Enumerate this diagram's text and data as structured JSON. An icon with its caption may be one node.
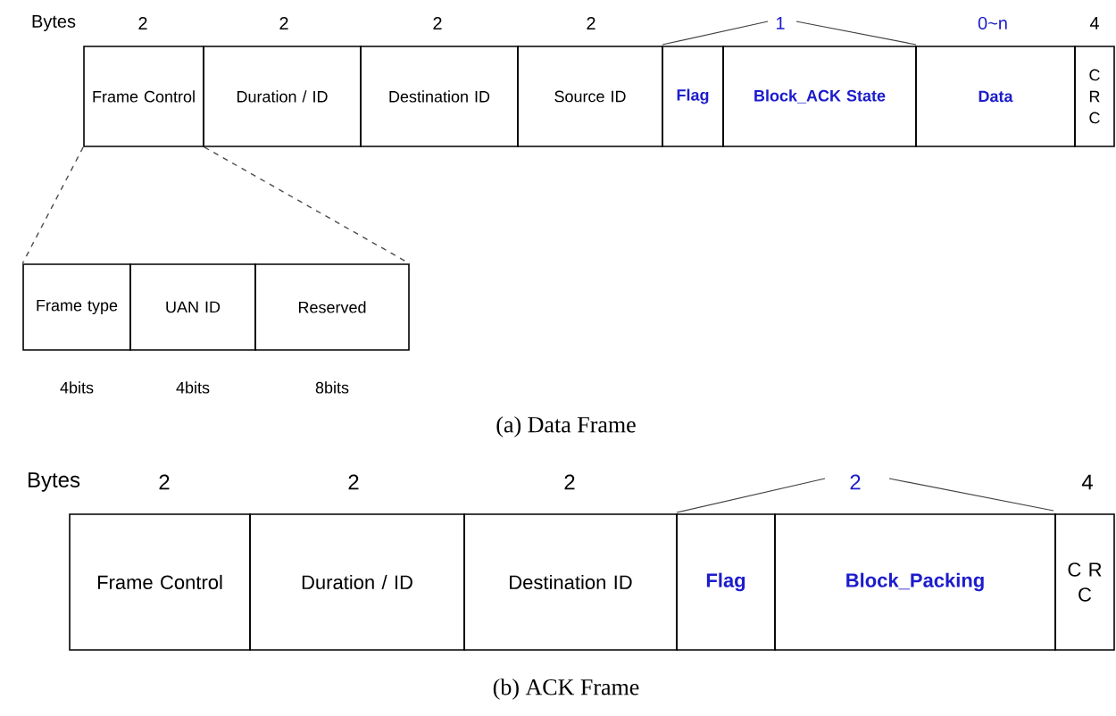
{
  "diagram": {
    "nodes": [
      {
        "text": [
          "Frame Control"
        ]
      },
      {
        "text": [
          "Duration / ID"
        ]
      },
      {
        "text": [
          "Destination ID"
        ]
      },
      {
        "text": [
          "Source ID"
        ]
      },
      {
        "text": [
          "Flag"
        ]
      },
      {
        "text": [
          "Block_ACK State"
        ]
      },
      {
        "text": [
          "Data"
        ]
      },
      {
        "text": [
          "C R C"
        ]
      },
      {
        "text": [
          "Frame type"
        ]
      },
      {
        "text": [
          "UAN ID"
        ]
      },
      {
        "text": [
          "Reserved"
        ]
      },
      {
        "text": [
          "Frame Control"
        ]
      },
      {
        "text": [
          "Duration / ID"
        ]
      },
      {
        "text": [
          "Destination ID"
        ]
      },
      {
        "text": [
          "Flag"
        ]
      },
      {
        "text": [
          "Block_Packing"
        ]
      },
      {
        "text": [
          "C R C"
        ]
      }
    ],
    "edges": [
      {
        "from": 0,
        "to": 8,
        "arrow": "none",
        "style": "dashed"
      },
      {
        "from": 0,
        "to": 10,
        "arrow": "none",
        "style": "dashed"
      }
    ],
    "labels": [
      "Bytes",
      "2",
      "2",
      "2",
      "2",
      "1",
      "0~n",
      "4",
      "4bits",
      "4bits",
      "8bits",
      "(a) Data Frame",
      "Bytes",
      "2",
      "2",
      "2",
      "2",
      "4",
      "(b) ACK Frame"
    ]
  }
}
